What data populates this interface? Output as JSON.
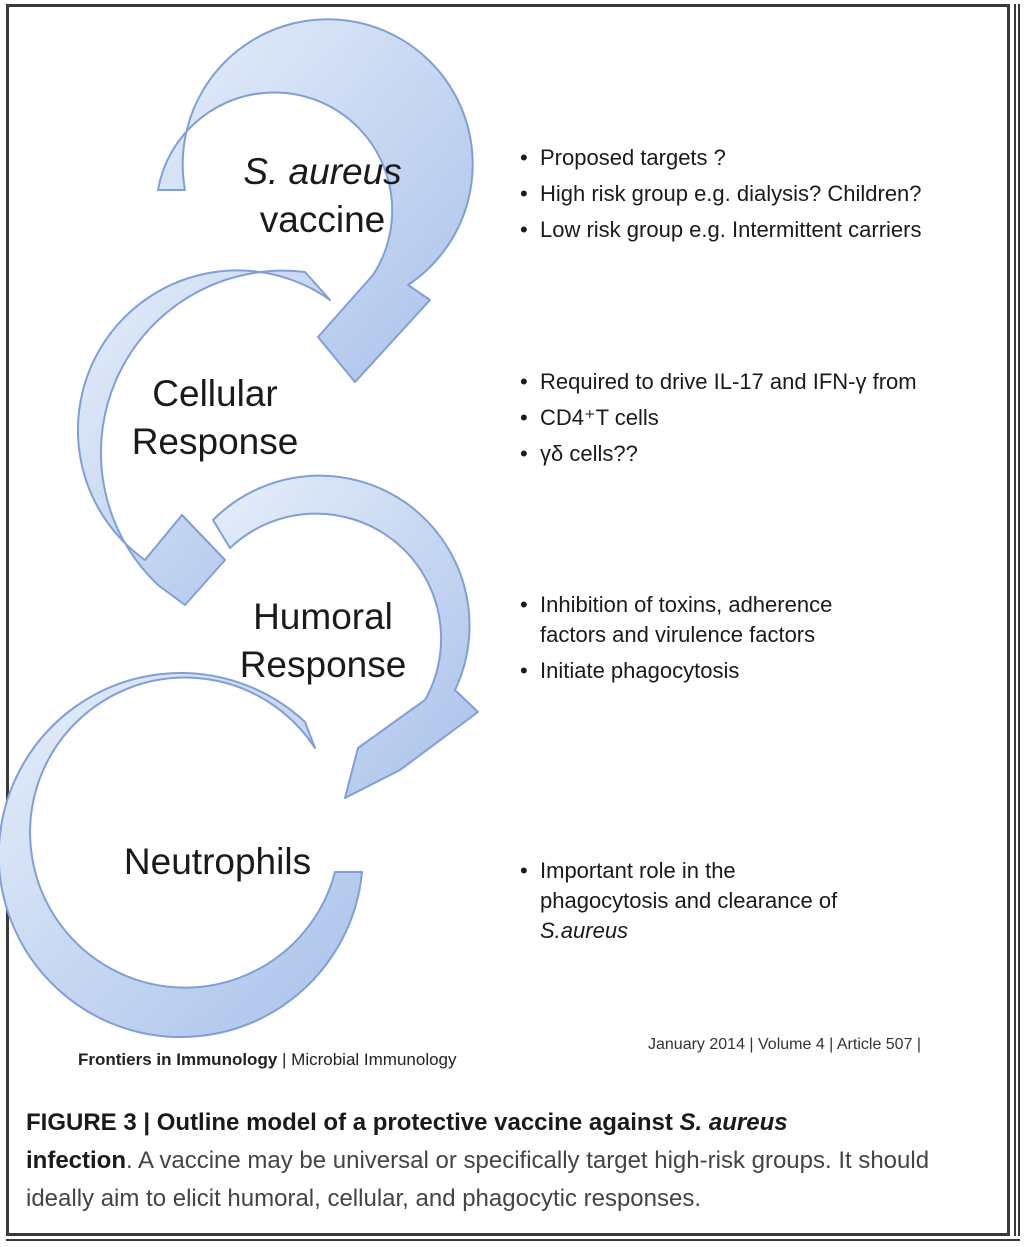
{
  "diagram": {
    "stages": [
      {
        "id": "vaccine",
        "label_italic": "S. aureus",
        "label_line2": "vaccine"
      },
      {
        "id": "cellular",
        "label_line1": "Cellular",
        "label_line2": "Response"
      },
      {
        "id": "humoral",
        "label_line1": "Humoral",
        "label_line2": "Response"
      },
      {
        "id": "neutrophils",
        "label_line1": "Neutrophils"
      }
    ],
    "arrow_color_light": "#e6eefa",
    "arrow_color_dark": "#a9c1ea",
    "arrow_stroke": "#7f9fd6"
  },
  "notes": {
    "vaccine": [
      "Proposed targets ?",
      "High risk group e.g. dialysis? Children?",
      "Low risk group e.g. Intermittent carriers"
    ],
    "cellular": [
      "Required to drive IL-17 and IFN-γ from",
      "CD4⁺T cells",
      "γδ cells??"
    ],
    "humoral": [
      "Inhibition of toxins, adherence factors and  virulence factors",
      "Initiate phagocytosis"
    ],
    "neutrophils": {
      "text": "Important role in the phagocytosis and clearance of ",
      "organism": "S.aureus"
    }
  },
  "footer": {
    "journal": "Frontiers in Immunology",
    "section": "Microbial Immunology",
    "issue": "January 2014 | Volume 4 | Article 507 |"
  },
  "caption": {
    "figure_label": "FIGURE 3 | Outline model of a protective vaccine against ",
    "organism": "S. aureus",
    "lead_end": "infection",
    "body": ". A vaccine may be universal or specifically target high-risk groups. It should ideally aim to elicit humoral, cellular, and phagocytic responses."
  }
}
